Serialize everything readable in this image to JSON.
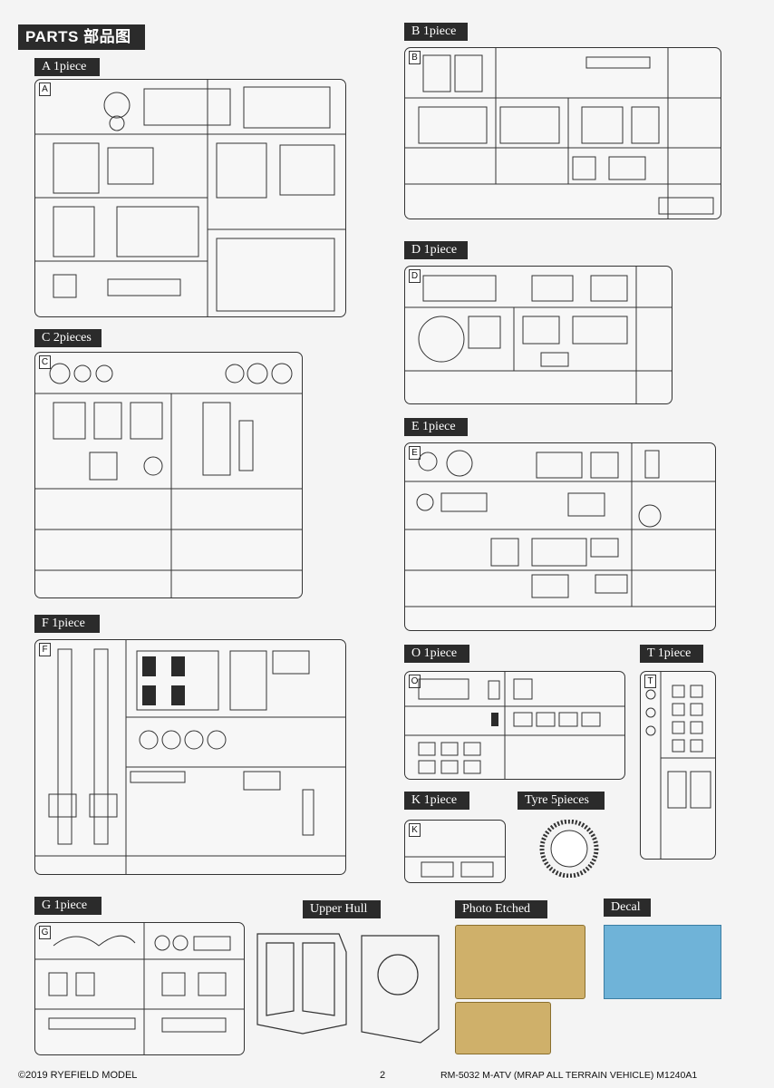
{
  "header": {
    "title": "PARTS 部品图"
  },
  "sprues": [
    {
      "label": "A 1piece",
      "letter": "A"
    },
    {
      "label": "B 1piece",
      "letter": "B"
    },
    {
      "label": "C 2pieces",
      "letter": "C"
    },
    {
      "label": "D 1piece",
      "letter": "D"
    },
    {
      "label": "E 1piece",
      "letter": "E"
    },
    {
      "label": "F 1piece",
      "letter": "F"
    },
    {
      "label": "O 1piece",
      "letter": "O"
    },
    {
      "label": "T 1piece",
      "letter": "T"
    },
    {
      "label": "K 1piece",
      "letter": "K"
    },
    {
      "label": "Tyre 5pieces"
    },
    {
      "label": "G 1piece",
      "letter": "G"
    },
    {
      "label": "Upper Hull"
    },
    {
      "label": "Photo Etched"
    },
    {
      "label": "Decal"
    }
  ],
  "footer": {
    "copyright": "©2019 RYEFIELD MODEL",
    "page": "2",
    "product": "RM-5032 M-ATV (MRAP ALL TERRAIN VEHICLE) M1240A1"
  },
  "colors": {
    "ink": "#2b2b2b",
    "etch": "#cfb06a",
    "decal": "#6fb3d8"
  }
}
